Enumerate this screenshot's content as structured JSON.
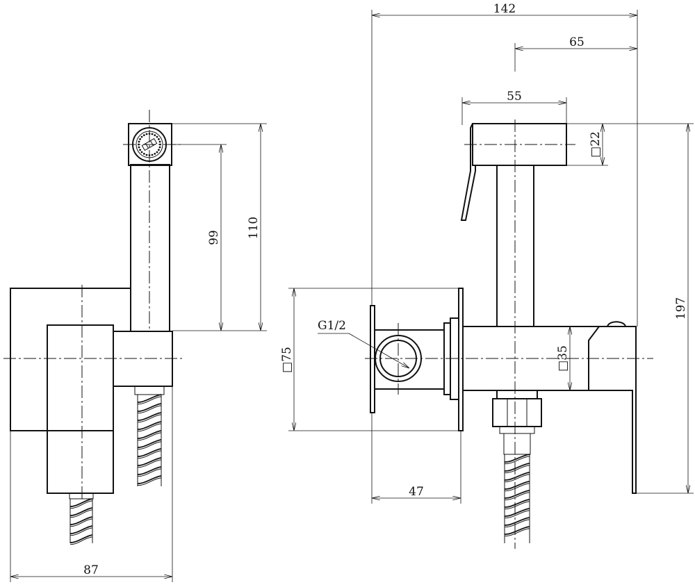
{
  "dimensions": {
    "d142": "142",
    "d65": "65",
    "d55": "55",
    "d22": "□22",
    "d197": "197",
    "d35": "□35",
    "d75": "□75",
    "d47": "47",
    "d110": "110",
    "d99": "99",
    "d87": "87"
  },
  "labels": {
    "thread": "G1/2"
  }
}
